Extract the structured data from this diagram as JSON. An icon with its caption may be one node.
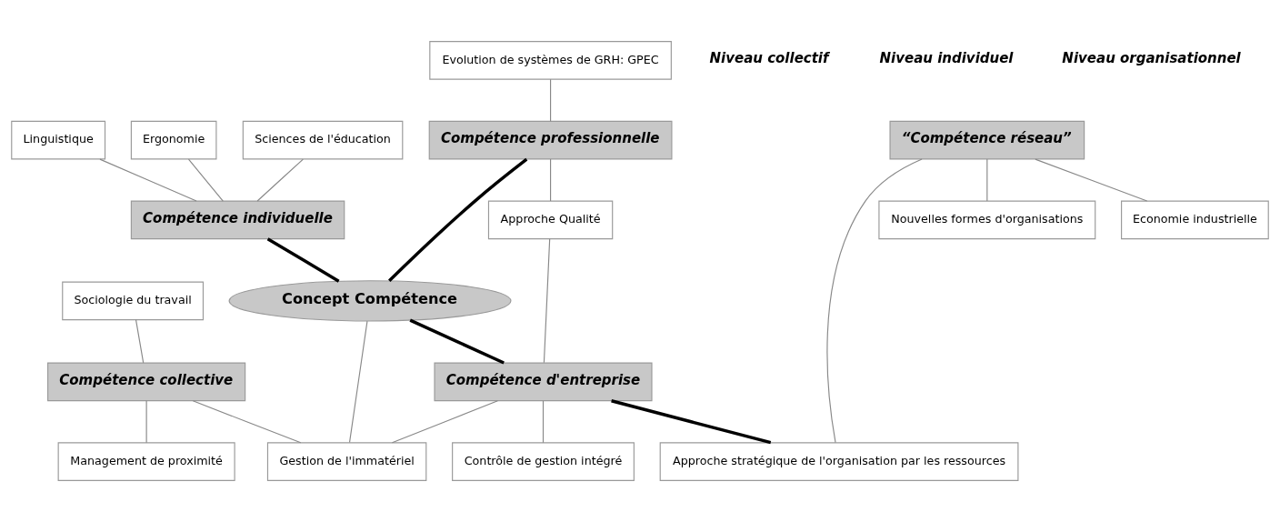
{
  "diagram": {
    "nodes": [
      {
        "text": [
          "Evolution de systèmes de GRH: GPEC"
        ]
      },
      {
        "text": [
          "Compétence professionnelle"
        ]
      },
      {
        "text": [
          "“Compétence réseau”"
        ]
      },
      {
        "text": [
          "Sciences de l'éducation"
        ]
      },
      {
        "text": [
          "Linguistique"
        ]
      },
      {
        "text": [
          "Approche Qualité"
        ]
      },
      {
        "text": [
          "Ergonomie"
        ]
      },
      {
        "text": [
          "Compétence individuelle"
        ]
      },
      {
        "text": [
          "Concept Compétence"
        ]
      },
      {
        "text": [
          "Sociologie du travail"
        ]
      },
      {
        "text": [
          "Compétence collective"
        ]
      },
      {
        "text": [
          "Compétence d'entreprise"
        ]
      },
      {
        "text": [
          "Nouvelles formes d'organisations"
        ]
      },
      {
        "text": [
          "Economie industrielle"
        ]
      },
      {
        "text": [
          "Management de proximité"
        ]
      },
      {
        "text": [
          "Gestion de l'immatériel"
        ]
      },
      {
        "text": [
          "Approche stratégique de l'organisation par les ressources"
        ]
      },
      {
        "text": [
          "Contrôle de gestion intégré"
        ]
      }
    ],
    "edges": [
      {
        "from": 0,
        "to": 1,
        "arrow": "none"
      },
      {
        "from": 1,
        "to": 8,
        "arrow": "none",
        "style": "thick",
        "color": "#000000"
      },
      {
        "from": 1,
        "to": 5,
        "arrow": "none"
      },
      {
        "from": 2,
        "to": 12,
        "arrow": "none"
      },
      {
        "from": 2,
        "to": 13,
        "arrow": "none"
      },
      {
        "from": 2,
        "to": 16,
        "arrow": "none"
      },
      {
        "from": 3,
        "to": 7,
        "arrow": "none"
      },
      {
        "from": 4,
        "to": 7,
        "arrow": "none"
      },
      {
        "from": 6,
        "to": 7,
        "arrow": "none"
      },
      {
        "from": 7,
        "to": 8,
        "arrow": "none",
        "style": "thick",
        "color": "#000000"
      },
      {
        "from": 8,
        "to": 11,
        "arrow": "none",
        "style": "thick",
        "color": "#000000"
      },
      {
        "from": 8,
        "to": 15,
        "arrow": "none"
      },
      {
        "from": 5,
        "to": 11,
        "arrow": "none"
      },
      {
        "from": 9,
        "to": 10,
        "arrow": "none"
      },
      {
        "from": 10,
        "to": 14,
        "arrow": "none"
      },
      {
        "from": 10,
        "to": 15,
        "arrow": "none"
      },
      {
        "from": 11,
        "to": 15,
        "arrow": "none"
      },
      {
        "from": 11,
        "to": 16,
        "arrow": "none",
        "style": "thick",
        "color": "#000000"
      },
      {
        "from": 11,
        "to": 17,
        "arrow": "none"
      }
    ],
    "labels": [
      "Niveau collectif",
      "Niveau individuel",
      "Niveau organisationnel"
    ]
  }
}
